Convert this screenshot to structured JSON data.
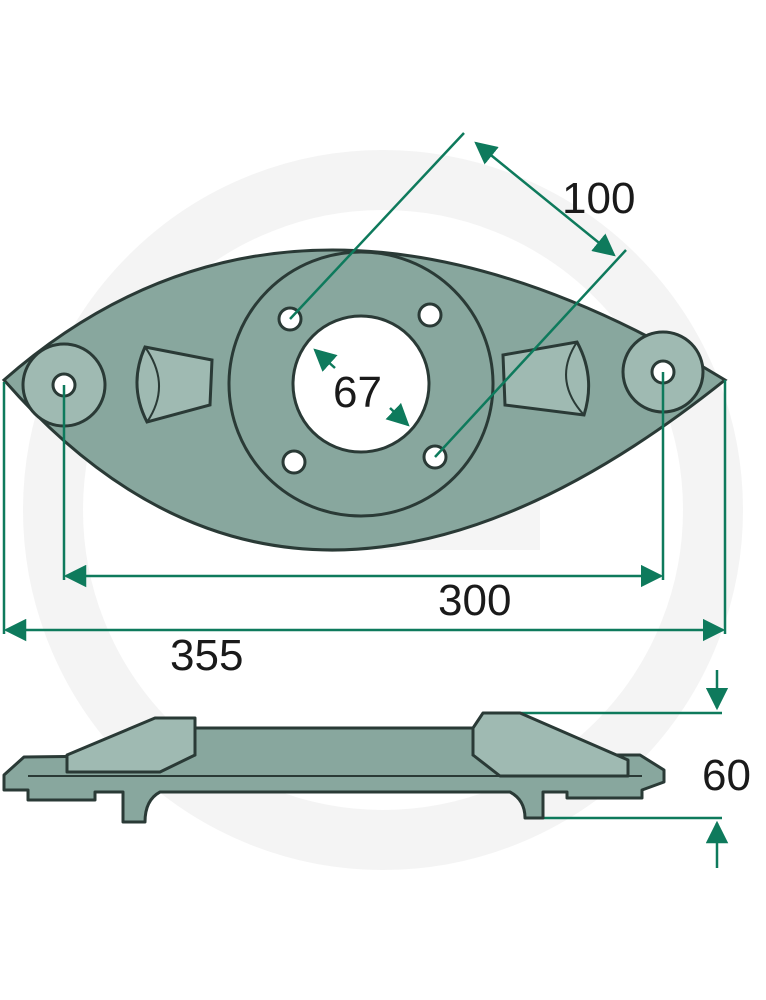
{
  "dimensions": {
    "hole_spacing": "100",
    "center_bore": "67",
    "inner_span": "300",
    "overall_length": "355",
    "height": "60"
  },
  "colors": {
    "part_fill": "#88a79e",
    "part_fill_light": "#9fbab2",
    "outline": "#2a3a36",
    "dimension_line": "#0e7a5c",
    "watermark": "#f2f2f2"
  }
}
